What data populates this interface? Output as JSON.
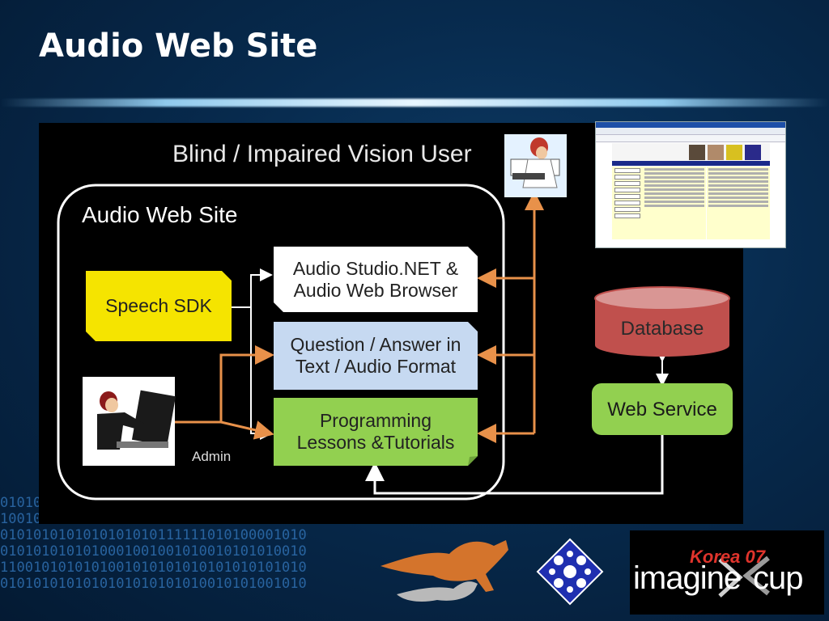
{
  "slide": {
    "title": "Audio Web Site"
  },
  "diagram": {
    "user_label": "Blind / Impaired Vision User",
    "site_label": "Audio Web Site",
    "speech_sdk": "Speech SDK",
    "audio_studio_line1": "Audio Studio.NET &",
    "audio_studio_line2": "Audio Web Browser",
    "qa_line1": "Question / Answer in",
    "qa_line2": "Text / Audio Format",
    "lessons_line1": "Programming",
    "lessons_line2": "Lessons &Tutorials",
    "database": "Database",
    "web_service": "Web Service",
    "admin": "Admin",
    "colors": {
      "speech_sdk": "#f5e400",
      "qa_box": "#c6d9f1",
      "lessons_box": "#92d050",
      "database": "#c0504d",
      "web_service": "#92d050",
      "arrow": "#e8914a"
    }
  },
  "logos": {
    "korea": "Korea 07",
    "imagine": "imagine",
    "cup": "cup"
  }
}
